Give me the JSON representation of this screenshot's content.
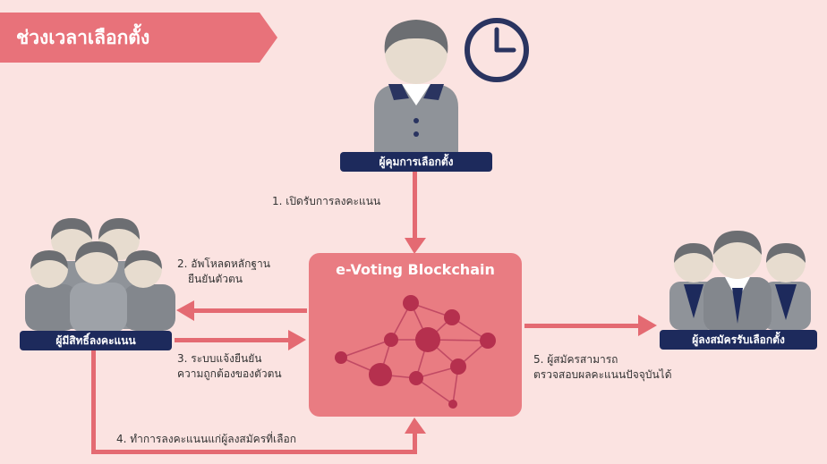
{
  "banner": {
    "title": "ช่วงเวลาเลือกตั้ง"
  },
  "actors": {
    "election_official": "ผู้คุมการเลือกตั้ง",
    "voters": "ผู้มีสิทธิ์ลงคะแนน",
    "candidates": "ผู้ลงสมัครรับเลือกตั้ง"
  },
  "core": {
    "title": "e-Voting Blockchain"
  },
  "steps": {
    "step1": "1. เปิดรับการลงคะแนน",
    "step2_line1": "2. อัพโหลดหลักฐาน",
    "step2_line2": "ยืนยันตัวตน",
    "step3_line1": "3. ระบบแจ้งยืนยัน",
    "step3_line2": "ความถูกต้องของตัวตน",
    "step4": "4. ทำการลงคะแนนแก่ผู้ลงสมัครที่เลือก",
    "step5_line1": "5. ผู้สมัครสามารถ",
    "step5_line2": "ตรวจสอบผลคะแนนปัจจุบันได้"
  },
  "icons": {
    "clock": "clock-icon",
    "person": "person-icon",
    "group": "group-icon",
    "network": "blockchain-network-icon"
  },
  "colors": {
    "background": "#fbe3e1",
    "banner": "#e8727a",
    "pill": "#1d2a5c",
    "arrow": "#e46a72",
    "core_box": "#e97c82",
    "node": "#b5304e"
  }
}
